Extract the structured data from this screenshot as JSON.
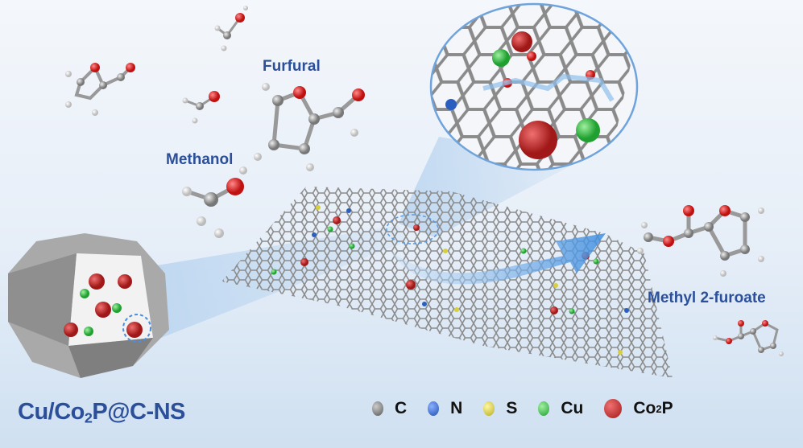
{
  "labels": {
    "furfural": "Furfural",
    "methanol": "Methanol",
    "product": "Methyl 2-furoate"
  },
  "catalyst": {
    "prefix": "Cu/Co",
    "sub": "2",
    "suffix": "P@C-NS"
  },
  "legend": [
    {
      "name": "C",
      "sub": "",
      "suffix": "",
      "color": "#6b6b6b"
    },
    {
      "name": "N",
      "sub": "",
      "suffix": "",
      "color": "#2a5fc0"
    },
    {
      "name": "S",
      "sub": "",
      "suffix": "",
      "color": "#d8cf3c"
    },
    {
      "name": "Cu",
      "sub": "",
      "suffix": "",
      "color": "#3cc04a"
    },
    {
      "name": "Co",
      "sub": "2",
      "suffix": "P",
      "color": "#c42a2a"
    }
  ],
  "colors": {
    "label": "#2b4f98",
    "carbon": "#8a8a8a",
    "oxygen": "#e02020",
    "arrow": "#4f9be0"
  }
}
